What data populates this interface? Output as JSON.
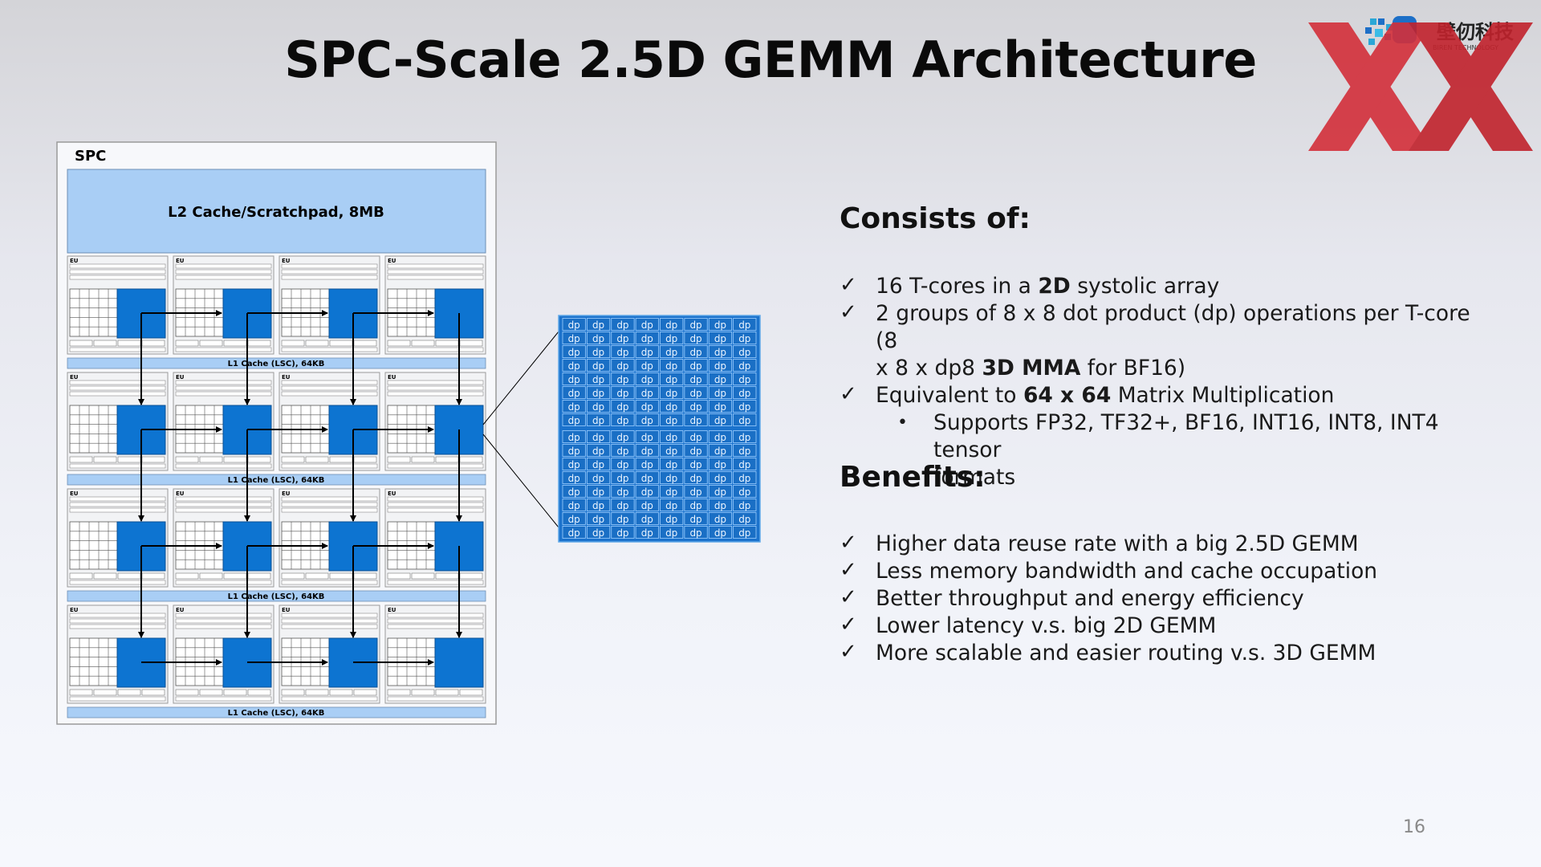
{
  "title": "SPC-Scale 2.5D GEMM Architecture",
  "logo": {
    "text_cn": "壁仞科技",
    "text_en": "BIREN TECHNOLOGY",
    "overlay_colors": [
      "#d32f3a",
      "#c1222c"
    ]
  },
  "diagram": {
    "spc_label": "SPC",
    "l2_label": "L2 Cache/Scratchpad, 8MB",
    "eu_label": "EU",
    "l1_label": "L1 Cache (LSC), 64KB",
    "dp_label": "dp",
    "grid_rows": 4,
    "grid_cols": 4,
    "dp_rows": 16,
    "dp_cols": 8,
    "colors": {
      "tcore": "#0d74d1",
      "cache": "#a9cef5",
      "dp_bg": "#1b72cc",
      "frame": "#9a9a9a"
    }
  },
  "consists": {
    "heading": "Consists of:",
    "items": [
      {
        "pre": "16 T-cores in a ",
        "bold": "2D",
        "post": " systolic array"
      },
      {
        "pre": "2 groups of 8 x 8 dot product (dp) operations per T-core (8",
        "line2_pre": "x 8 x dp8 ",
        "bold": "3D MMA",
        "post": " for BF16)"
      },
      {
        "pre": "Equivalent to ",
        "bold": "64 x 64",
        "post": " Matrix Multiplication"
      }
    ],
    "sub_items": [
      {
        "line1": "Supports FP32, TF32+, BF16, INT16, INT8, INT4 tensor",
        "line2": "formats"
      }
    ]
  },
  "benefits": {
    "heading": "Benefits:",
    "items": [
      "Higher data reuse rate with a big 2.5D GEMM",
      "Less memory bandwidth and cache occupation",
      "Better throughput and energy efficiency",
      "Lower latency v.s. big 2D GEMM",
      "More scalable and easier routing v.s. 3D GEMM"
    ]
  },
  "page_number": "16"
}
